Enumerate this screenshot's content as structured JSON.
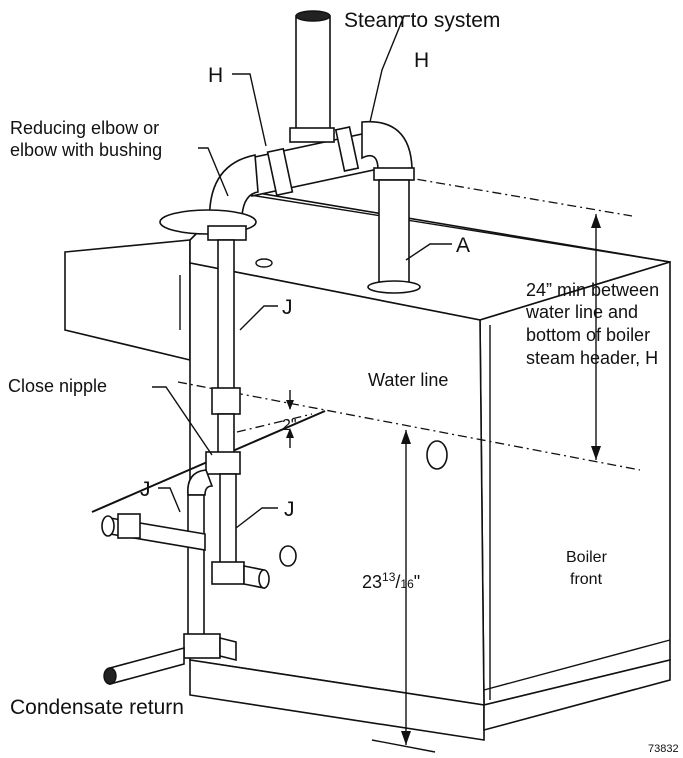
{
  "labels": {
    "steam_to_system": "Steam to system",
    "header_left": "H",
    "header_right": "H",
    "reducing_elbow_line1": "Reducing elbow or",
    "reducing_elbow_line2": "elbow with bushing",
    "riser": "A",
    "equalizer_upper": "J",
    "equalizer_left": "J",
    "equalizer_lower": "J",
    "min_line1": "24” min between",
    "min_line2": "water line and",
    "min_line3": "bottom of boiler",
    "min_line4": "steam header, H",
    "close_nipple": "Close nipple",
    "water_line": "Water line",
    "offset_dim": "2\"",
    "height_main": "23",
    "height_num": "13",
    "height_slash": "/",
    "height_den": "16",
    "height_unit": "\"",
    "boiler_front_line1": "Boiler",
    "boiler_front_line2": "front",
    "condensate_return": "Condensate return",
    "figure_id": "73832"
  }
}
